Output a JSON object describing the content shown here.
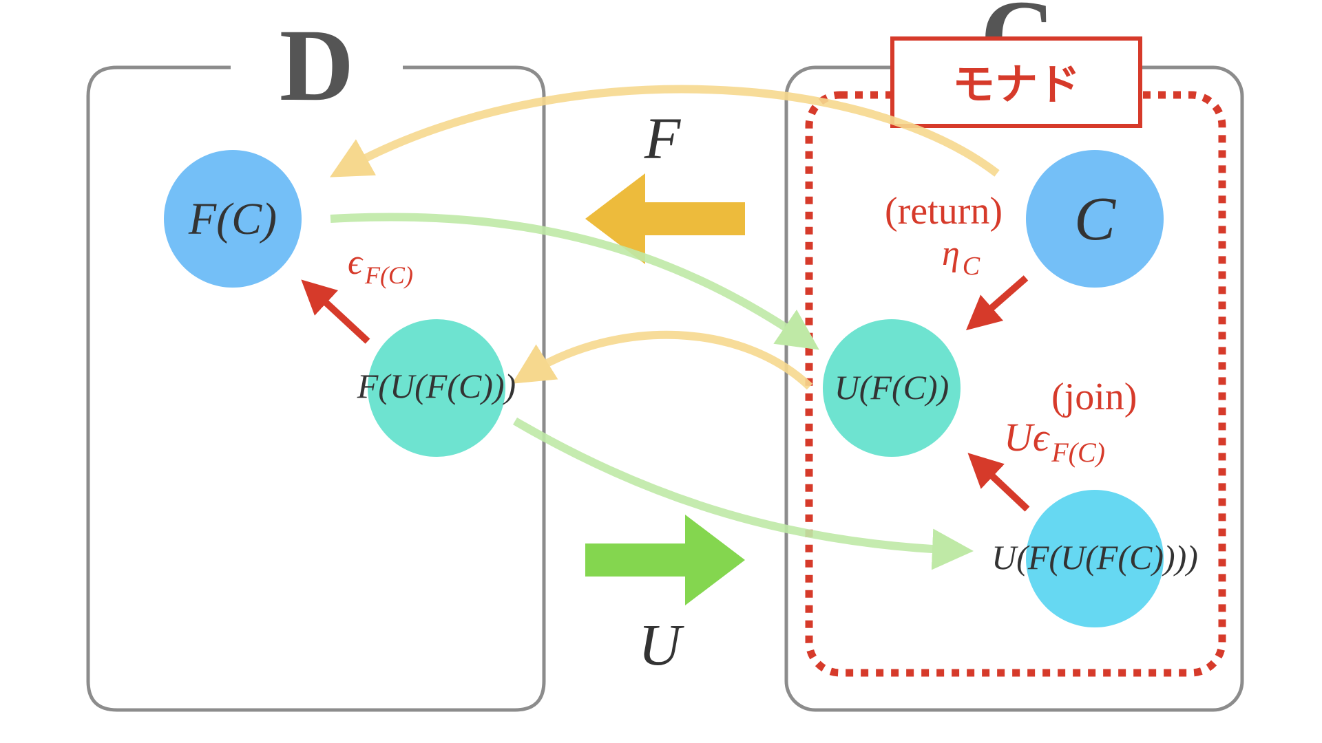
{
  "categories": {
    "left_label": "D",
    "right_label": "C"
  },
  "monad_label": "モナド",
  "functors": {
    "top": "F",
    "bottom": "U"
  },
  "nodes": {
    "fc": {
      "label": "F(C)",
      "color": "#74bff7"
    },
    "fufc": {
      "label": "F(U(F(C)))",
      "color": "#6ee3d0"
    },
    "c": {
      "label": "C",
      "color": "#74bff7"
    },
    "ufc": {
      "label": "U(F(C))",
      "color": "#6ee3d0"
    },
    "ufufc": {
      "label": "U(F(U(F(C))))",
      "color": "#66d8f2"
    }
  },
  "morphisms": {
    "epsilon_main": "ϵ",
    "epsilon_sub": "F(C)",
    "eta_main": "η",
    "eta_sub": "C",
    "return_label": "(return)",
    "join_label": "(join)",
    "uepsilon_main": "Uϵ",
    "uepsilon_sub": "F(C)"
  },
  "colors": {
    "box_border": "#8c8c8c",
    "category_label": "#555555",
    "monad_red": "#d63a2a",
    "functor_F_arrow": "#edbb3c",
    "functor_U_arrow": "#84d64f",
    "F_curve": "#f6d88e",
    "U_curve": "#bfe9a6",
    "text_dark": "#333333"
  }
}
